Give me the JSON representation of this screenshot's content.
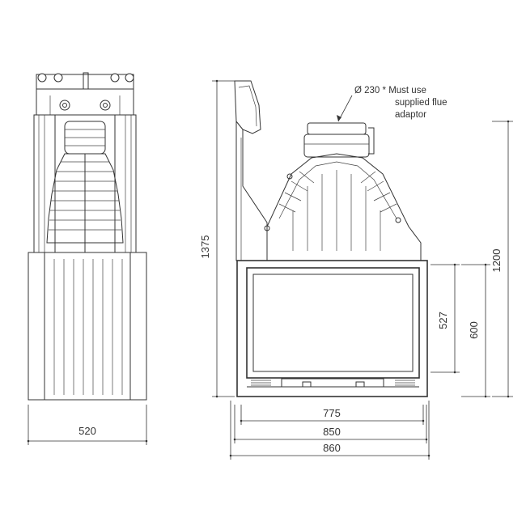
{
  "dimensions": {
    "side_width": "520",
    "inner_width": "775",
    "mid_width": "850",
    "outer_width": "860",
    "total_height": "1375",
    "flue_height": "1200",
    "glass_height": "527",
    "opening_height": "600"
  },
  "annotation": {
    "line1": "Ø 230 * Must use",
    "line2": "supplied flue",
    "line3": "adaptor"
  }
}
